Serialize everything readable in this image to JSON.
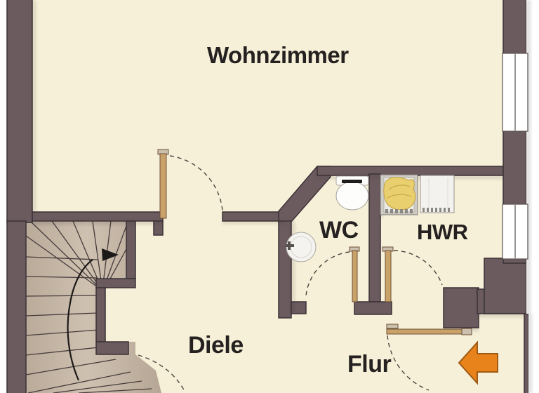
{
  "plan": {
    "type": "floor-plan",
    "rooms": [
      {
        "id": "wohnzimmer",
        "label": "Wohnzimmer"
      },
      {
        "id": "wc",
        "label": "WC"
      },
      {
        "id": "hwr",
        "label": "HWR"
      },
      {
        "id": "diele",
        "label": "Diele"
      },
      {
        "id": "flur",
        "label": "Flur"
      }
    ],
    "fixtures": [
      "staircase-winder-up",
      "stair-direction-arrow",
      "toilet",
      "washbasin",
      "washing-machine-with-laundry",
      "appliance",
      "window",
      "window",
      "door-swing-wohnzimmer",
      "door-swing-wc",
      "door-swing-hwr",
      "door-swing-flur",
      "door-swing-stairs",
      "entrance-arrow-left"
    ],
    "colors": {
      "wall": "#6b5b5f",
      "wall_outline": "#3b3236",
      "floor": "#f7f0d8",
      "stair_tread": "#c6b7a6",
      "door_leaf": "#c8a269",
      "laundry_yellow": "#e9cf6d",
      "entrance_arrow": "#e8831c",
      "window": "#ffffff",
      "label_text": "#242120",
      "outside": "#ffffff"
    }
  }
}
